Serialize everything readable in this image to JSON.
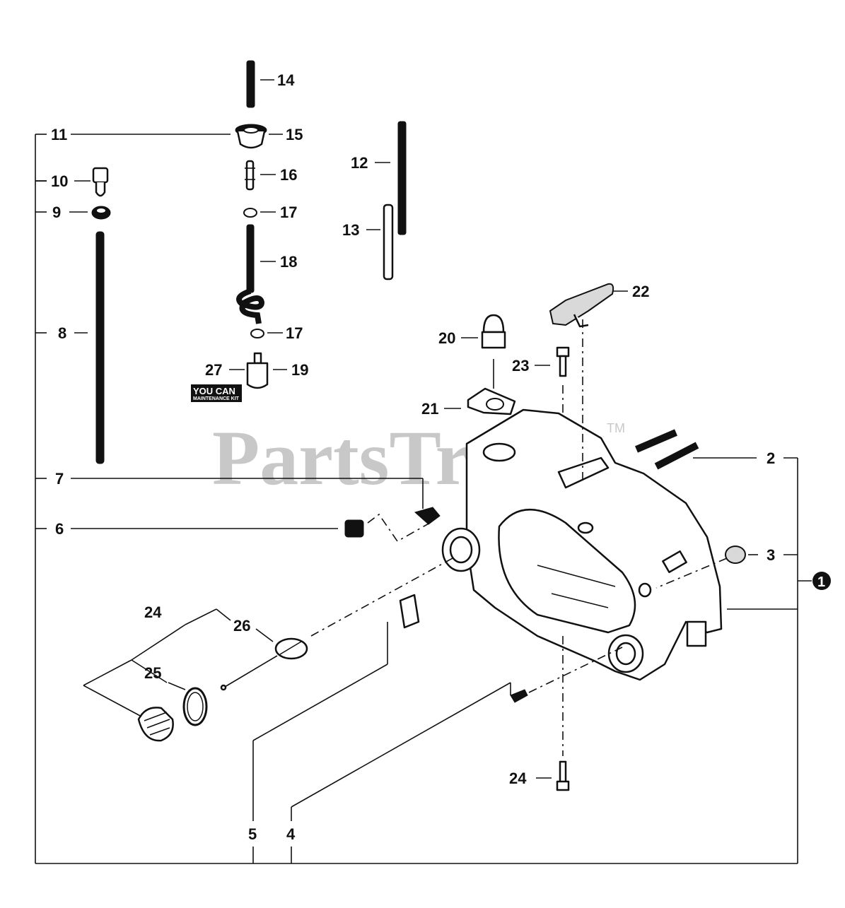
{
  "watermark": {
    "text": "PartsTree",
    "trademark": "TM"
  },
  "kit_badge": {
    "line1": "YOU CAN",
    "line2": "MAINTENANCE KIT"
  },
  "assembly_marker": "1",
  "callouts": [
    {
      "key": "c14",
      "label": "14"
    },
    {
      "key": "c11",
      "label": "11"
    },
    {
      "key": "c15",
      "label": "15"
    },
    {
      "key": "c10",
      "label": "10"
    },
    {
      "key": "c16",
      "label": "16"
    },
    {
      "key": "c12",
      "label": "12"
    },
    {
      "key": "c9",
      "label": "9"
    },
    {
      "key": "c17a",
      "label": "17"
    },
    {
      "key": "c13",
      "label": "13"
    },
    {
      "key": "c18",
      "label": "18"
    },
    {
      "key": "c22",
      "label": "22"
    },
    {
      "key": "c8",
      "label": "8"
    },
    {
      "key": "c17b",
      "label": "17"
    },
    {
      "key": "c20",
      "label": "20"
    },
    {
      "key": "c27",
      "label": "27"
    },
    {
      "key": "c19",
      "label": "19"
    },
    {
      "key": "c23",
      "label": "23"
    },
    {
      "key": "c21",
      "label": "21"
    },
    {
      "key": "c2",
      "label": "2"
    },
    {
      "key": "c7",
      "label": "7"
    },
    {
      "key": "c6",
      "label": "6"
    },
    {
      "key": "c3",
      "label": "3"
    },
    {
      "key": "c24a",
      "label": "24"
    },
    {
      "key": "c26",
      "label": "26"
    },
    {
      "key": "c25",
      "label": "25"
    },
    {
      "key": "c24b",
      "label": "24"
    },
    {
      "key": "c5",
      "label": "5"
    },
    {
      "key": "c4",
      "label": "4"
    }
  ]
}
